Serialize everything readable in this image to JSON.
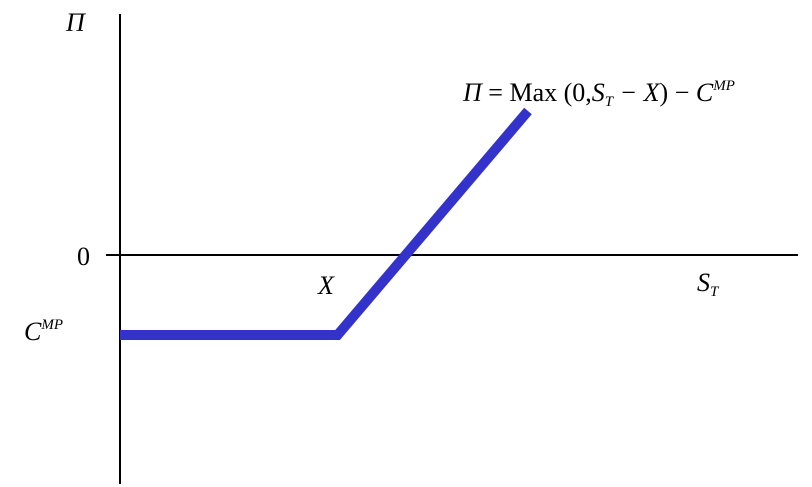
{
  "chart_data": {
    "type": "line",
    "title": "",
    "y_axis_label": {
      "base": "Π",
      "italic": true
    },
    "x_axis_label": {
      "base": "S",
      "sub": "T",
      "italic": true
    },
    "zero_tick_label": "0",
    "strike_label": "X",
    "cost_label": {
      "base": "C",
      "sup": "MP"
    },
    "formula": {
      "lhs": "Π",
      "eq": " = Max (0,",
      "s": "S",
      "s_sub": "T",
      "minus_x": " − X",
      "close": ") − ",
      "c": "C",
      "c_sup": "MP"
    },
    "axes": {
      "x_origin": 0,
      "y_range": [
        -2.52,
        1.98
      ],
      "x_range": [
        -0.05,
        1.55
      ],
      "grid": false
    },
    "series": [
      {
        "color": "#3333cc",
        "points": [
          {
            "x": 0.0,
            "y": -1.0
          },
          {
            "x": 0.64,
            "y": -1.0
          },
          {
            "x": 1.2,
            "y": 1.8
          }
        ]
      }
    ]
  },
  "colors": {
    "payoff_line": "#3333cc",
    "axis": "#000000"
  }
}
